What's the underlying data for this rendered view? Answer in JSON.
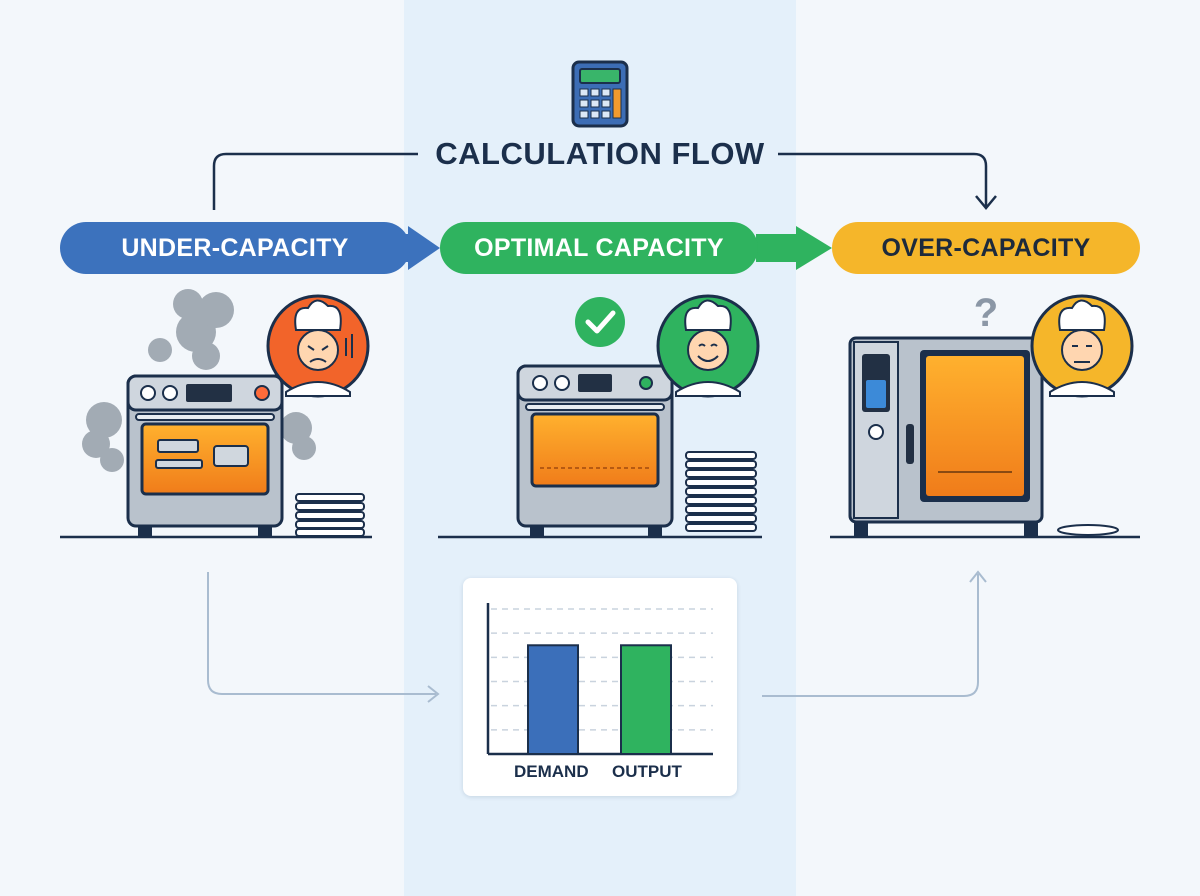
{
  "flow": {
    "title": "CALCULATION FLOW"
  },
  "stages": [
    {
      "label": "UNDER-CAPACITY",
      "color": "#3c72bd",
      "chef_mood": "stressed"
    },
    {
      "label": "OPTIMAL CAPACITY",
      "color": "#2fb35f",
      "chef_mood": "happy"
    },
    {
      "label": "OVER-CAPACITY",
      "color": "#f5b62a",
      "chef_mood": "bored"
    }
  ],
  "markers": {
    "check": "check-icon",
    "question": "?"
  },
  "chart_data": {
    "type": "bar",
    "categories": [
      "DEMAND",
      "OUTPUT"
    ],
    "values": [
      0.72,
      0.72
    ],
    "colors": [
      "#3b6fba",
      "#2fb35f"
    ],
    "ylim": [
      0,
      1
    ],
    "grid": true
  }
}
